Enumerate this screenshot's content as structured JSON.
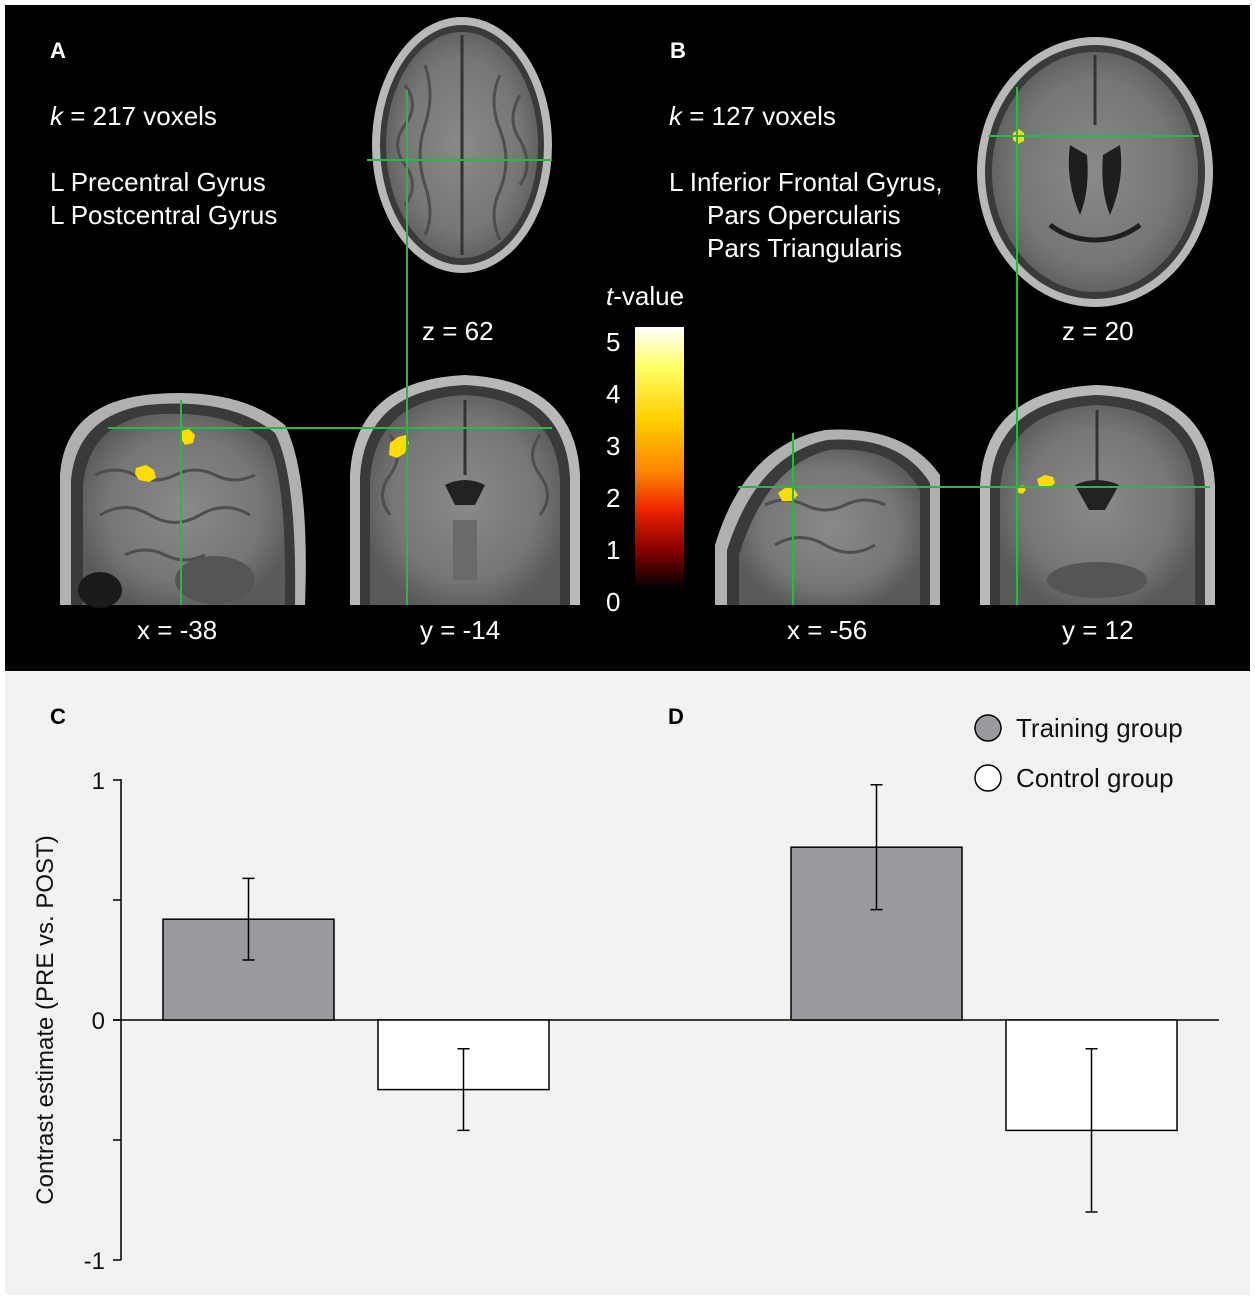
{
  "panel_a": {
    "label": "A",
    "k_prefix": "k",
    "k_rest": " = 217 voxels",
    "regions": [
      "L Precentral Gyrus",
      "L Postcentral Gyrus"
    ],
    "slice_axial": "z = 62",
    "slice_sagittal": "x = -38",
    "slice_coronal": "y = -14"
  },
  "panel_b": {
    "label": "B",
    "k_prefix": "k",
    "k_rest": " = 127 voxels",
    "regions": [
      "L Inferior Frontal Gyrus,",
      "Pars Opercularis",
      "Pars Triangularis"
    ],
    "slice_axial": "z = 20",
    "slice_sagittal": "x = -56",
    "slice_coronal": "y = 12"
  },
  "colorbar": {
    "title_prefix": "t",
    "title_rest": "-value",
    "ticks": [
      "5",
      "4",
      "3",
      "2",
      "1",
      "0"
    ],
    "colors": [
      "#ffffff",
      "#ffff66",
      "#ffd000",
      "#ff8800",
      "#ee2200",
      "#880000",
      "#000000"
    ]
  },
  "colors": {
    "crosshair": "#22bb44",
    "activation": "#ffdd00",
    "training_bar": "#99999e",
    "control_bar": "#ffffff"
  },
  "chart_data": {
    "type": "bar",
    "ylabel": "Contrast estimate (PRE vs. POST)",
    "ylim": [
      -1,
      1
    ],
    "yticks": [
      "1",
      "0",
      "-1"
    ],
    "legend": {
      "position": "top-right",
      "entries": [
        "Training group",
        "Control group"
      ]
    },
    "panels": [
      {
        "label": "C",
        "series": [
          {
            "name": "Training group",
            "value": 0.42,
            "error": 0.17
          },
          {
            "name": "Control group",
            "value": -0.29,
            "error": 0.17
          }
        ]
      },
      {
        "label": "D",
        "series": [
          {
            "name": "Training group",
            "value": 0.72,
            "error": 0.26
          },
          {
            "name": "Control group",
            "value": -0.46,
            "error": 0.34
          }
        ]
      }
    ]
  }
}
